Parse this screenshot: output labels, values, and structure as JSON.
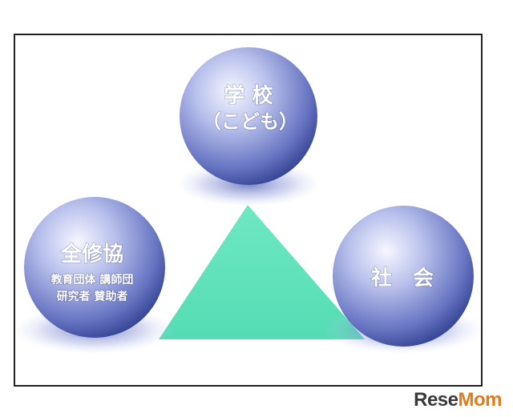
{
  "nodes": {
    "school": {
      "line1": "学 校",
      "line2": "（こども）"
    },
    "society": {
      "label": "社　会"
    },
    "zenshukyo": {
      "title": "全修協",
      "line1": "教育団体 講師団",
      "line2": "研究者 賛助者"
    }
  },
  "watermark": {
    "part1": "Rese",
    "part2": "Mom"
  },
  "colors": {
    "triangle": "#5fe0b8",
    "sphere_light": "#f4f6ff",
    "sphere_mid": "#8a95d6",
    "sphere_dark": "#2a3b8c",
    "shadow": "#5a6ab8",
    "frame_border": "#222222"
  }
}
